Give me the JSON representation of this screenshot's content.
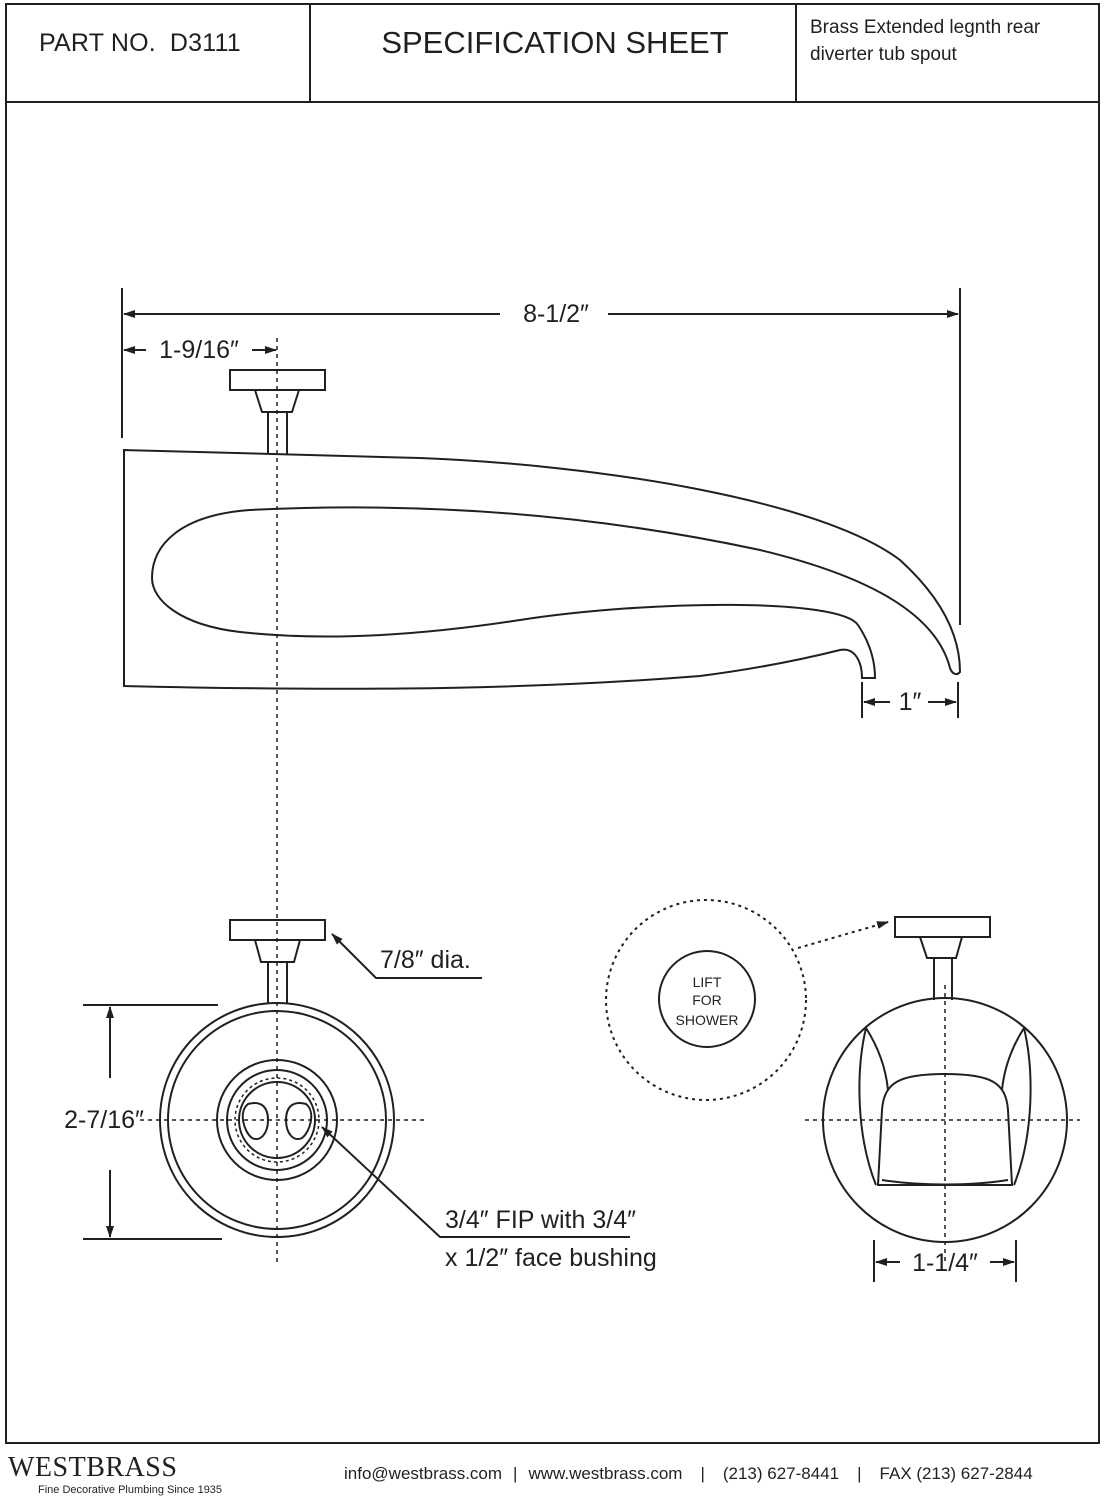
{
  "header": {
    "part_label": "PART NO.",
    "part_number": "D3111",
    "title": "SPECIFICATION SHEET",
    "description": "Brass Extended legnth rear diverter tub spout"
  },
  "dimensions": {
    "overall_length": "8-1/2″",
    "diverter_offset": "1-9/16″",
    "outlet_width": "1″",
    "knob_diameter": "7/8″ dia.",
    "body_height": "2-7/16″",
    "connection_line1": "3/4″ FIP with 3/4″",
    "connection_line2": "x 1/2″ face bushing",
    "outlet_opening": "1-1/4″"
  },
  "knob_label": [
    "LIFT",
    "FOR",
    "SHOWER"
  ],
  "footer": {
    "brand": "WESTBRASS",
    "tagline": "Fine Decorative Plumbing Since 1935",
    "email": "info@westbrass.com",
    "website": "www.westbrass.com",
    "phone": "(213) 627-8441",
    "fax": "FAX (213) 627-2844",
    "separator": "|"
  },
  "colors": {
    "ink": "#231f20",
    "background": "#ffffff"
  }
}
